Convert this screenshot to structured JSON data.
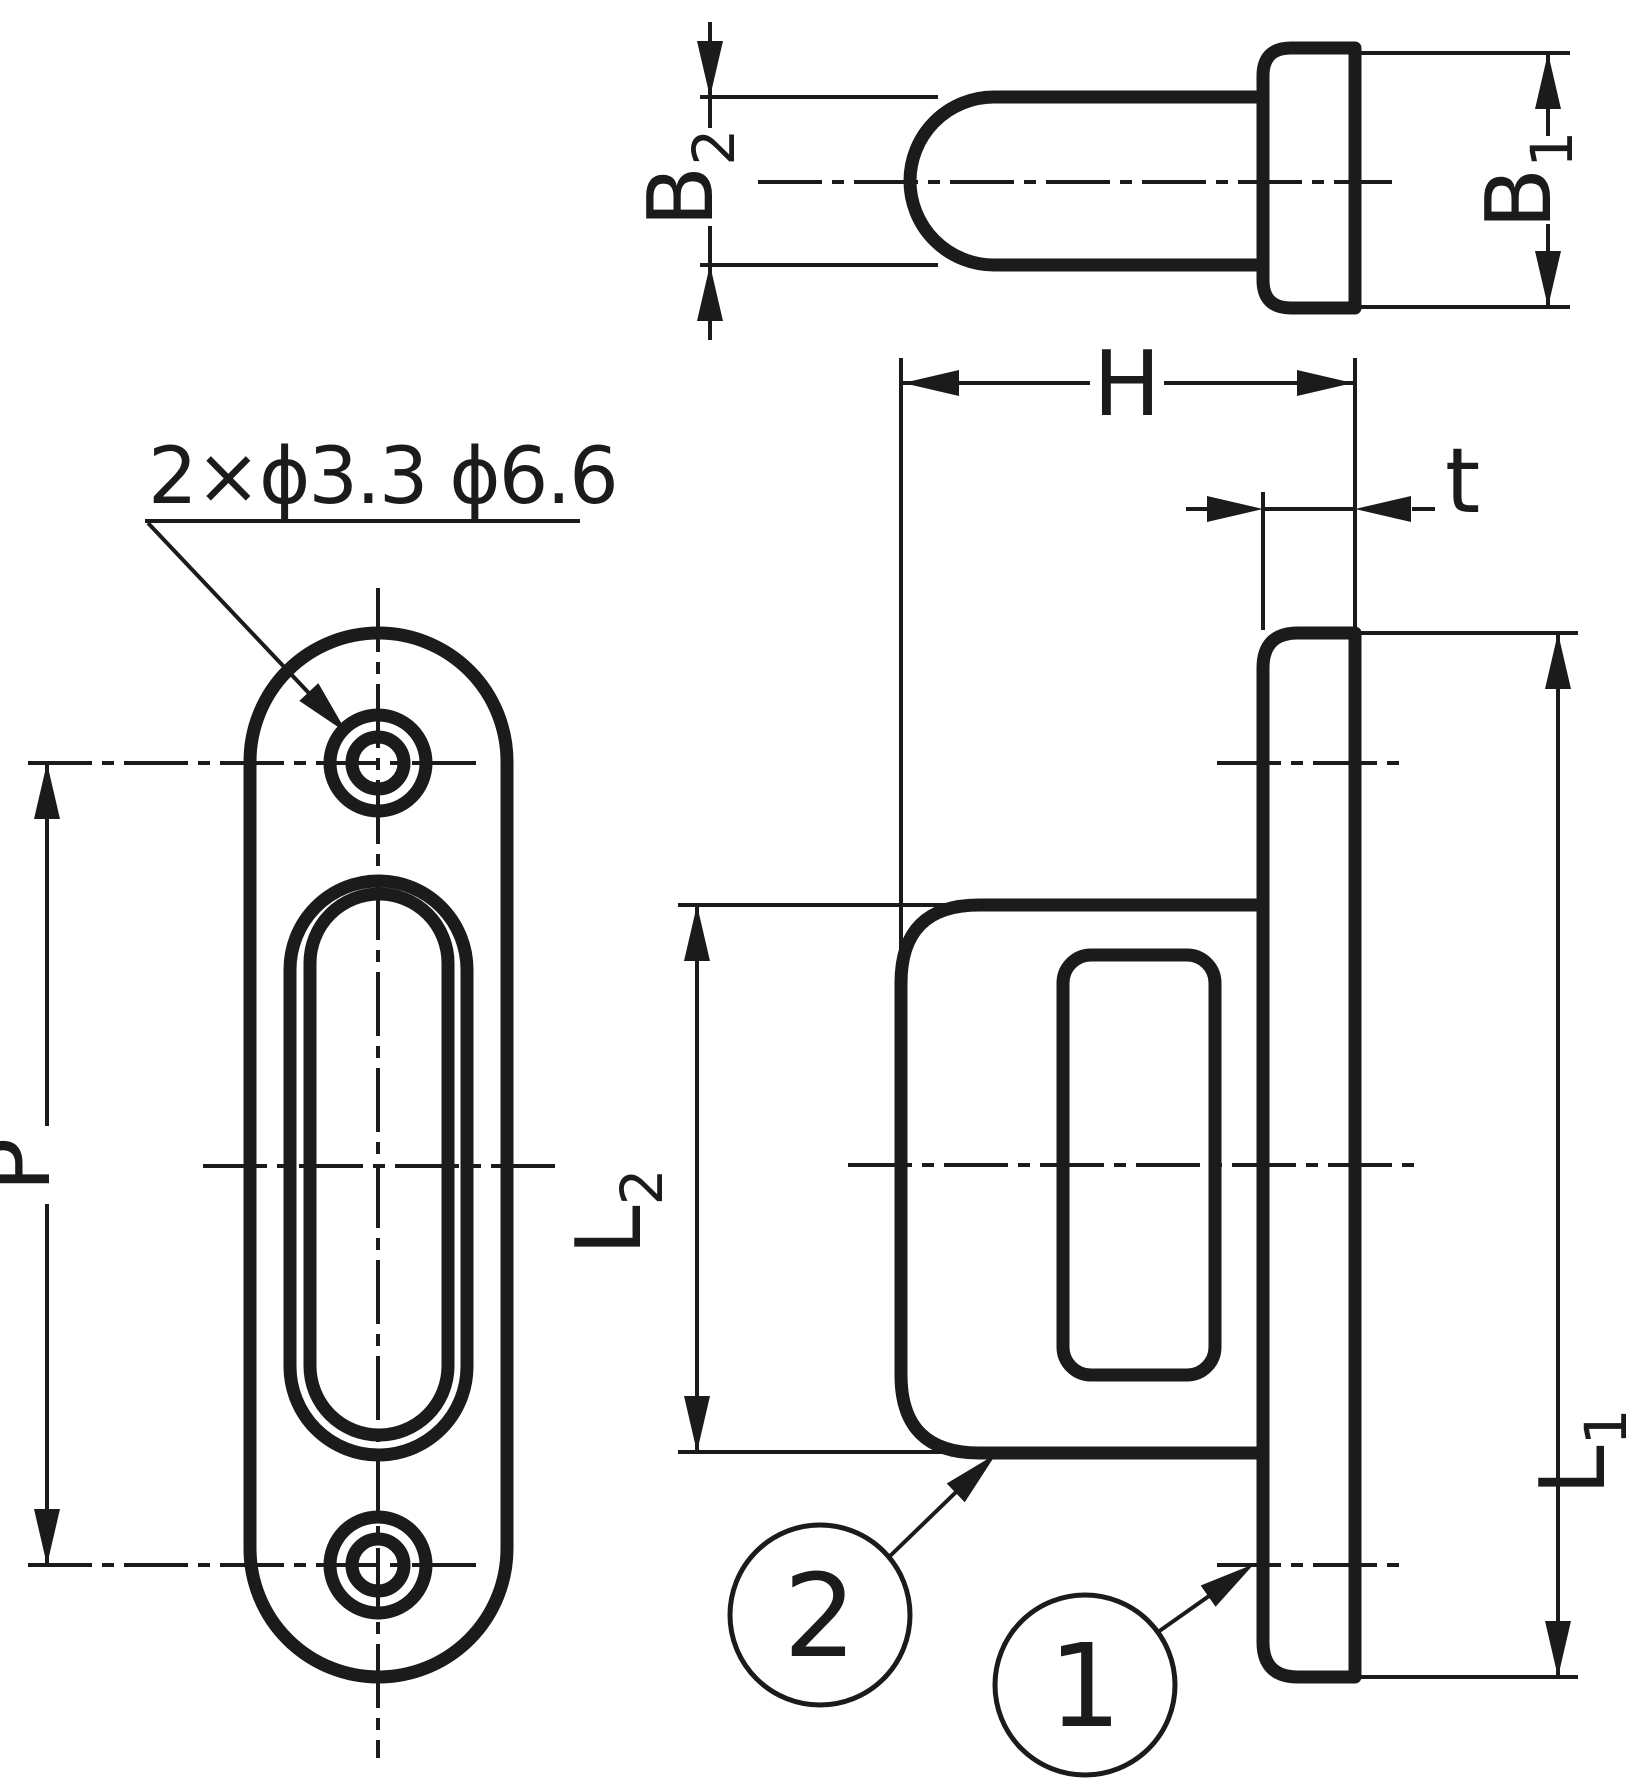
{
  "drawing": {
    "note_label": "2×ϕ3.3 ϕ6.6",
    "balloons": {
      "item1": "1",
      "item2": "2"
    },
    "dimensions": {
      "P": {
        "base": "P",
        "sub": ""
      },
      "H": {
        "base": "H",
        "sub": ""
      },
      "t": {
        "base": "t",
        "sub": ""
      },
      "B1": {
        "base": "B",
        "sub": "1"
      },
      "B2": {
        "base": "B",
        "sub": "2"
      },
      "L1": {
        "base": "L",
        "sub": "1"
      },
      "L2": {
        "base": "L",
        "sub": "2"
      }
    },
    "line_color": "#1b1b1b",
    "bg_color": "#ffffff"
  }
}
